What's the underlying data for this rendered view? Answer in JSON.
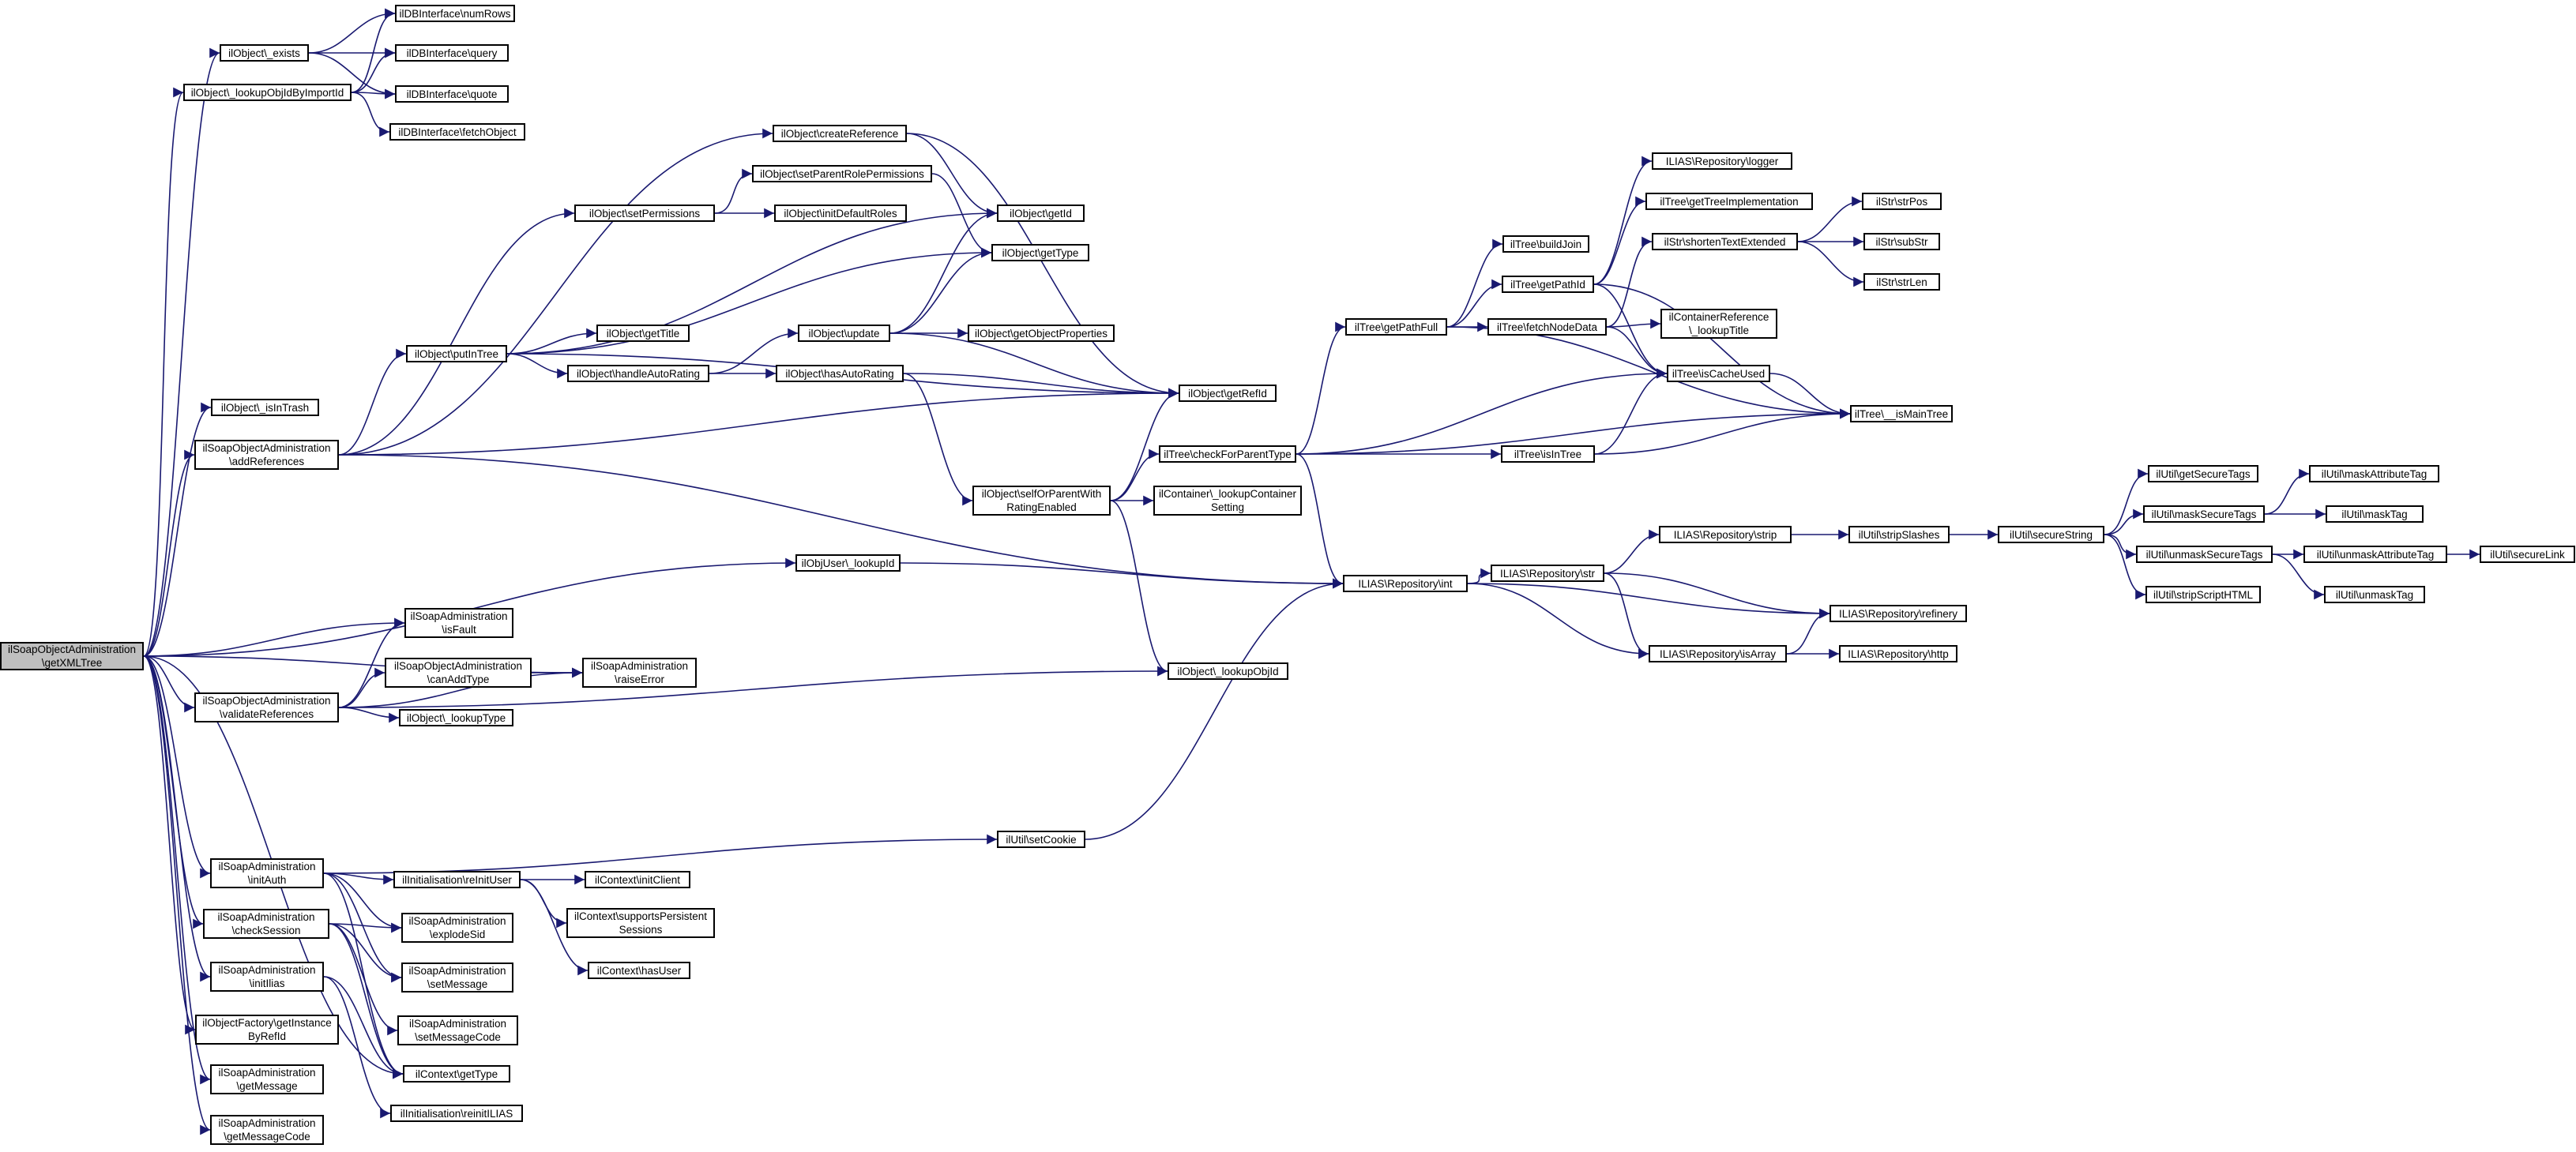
{
  "graph": {
    "root": "n_root",
    "colors": {
      "edge": "#191970",
      "node_border": "#000000",
      "node_fill": "#ffffff",
      "root_fill": "#bfbfbf"
    },
    "nodes": [
      {
        "id": "n_root",
        "lines": [
          "ilSoapObjectAdministration",
          "\\getXMLTree"
        ]
      },
      {
        "id": "n_exists",
        "lines": [
          "ilObject\\_exists"
        ]
      },
      {
        "id": "n_lookupByImport",
        "lines": [
          "ilObject\\_lookupObjIdByImportId"
        ]
      },
      {
        "id": "n_numRows",
        "lines": [
          "ilDBInterface\\numRows"
        ]
      },
      {
        "id": "n_query",
        "lines": [
          "ilDBInterface\\query"
        ]
      },
      {
        "id": "n_quote",
        "lines": [
          "ilDBInterface\\quote"
        ]
      },
      {
        "id": "n_fetchObject",
        "lines": [
          "ilDBInterface\\fetchObject"
        ]
      },
      {
        "id": "n_isInTrash",
        "lines": [
          "ilObject\\_isInTrash"
        ]
      },
      {
        "id": "n_addRefs",
        "lines": [
          "ilSoapObjectAdministration",
          "\\addReferences"
        ]
      },
      {
        "id": "n_createRef",
        "lines": [
          "ilObject\\createReference"
        ]
      },
      {
        "id": "n_setParentRolePerm",
        "lines": [
          "ilObject\\setParentRolePermissions"
        ]
      },
      {
        "id": "n_setPerms",
        "lines": [
          "ilObject\\setPermissions"
        ]
      },
      {
        "id": "n_initDefaultRoles",
        "lines": [
          "ilObject\\initDefaultRoles"
        ]
      },
      {
        "id": "n_getId",
        "lines": [
          "ilObject\\getId"
        ]
      },
      {
        "id": "n_getType",
        "lines": [
          "ilObject\\getType"
        ]
      },
      {
        "id": "n_putInTree",
        "lines": [
          "ilObject\\putInTree"
        ]
      },
      {
        "id": "n_getTitle",
        "lines": [
          "ilObject\\getTitle"
        ]
      },
      {
        "id": "n_update",
        "lines": [
          "ilObject\\update"
        ]
      },
      {
        "id": "n_getObjProps",
        "lines": [
          "ilObject\\getObjectProperties"
        ]
      },
      {
        "id": "n_handleAutoRating",
        "lines": [
          "ilObject\\handleAutoRating"
        ]
      },
      {
        "id": "n_hasAutoRating",
        "lines": [
          "ilObject\\hasAutoRating"
        ]
      },
      {
        "id": "n_getRefId",
        "lines": [
          "ilObject\\getRefId"
        ]
      },
      {
        "id": "n_selfOrParent",
        "lines": [
          "ilObject\\selfOrParentWith",
          "RatingEnabled"
        ]
      },
      {
        "id": "n_lookupContainerSetting",
        "lines": [
          "ilContainer\\_lookupContainer",
          "Setting"
        ]
      },
      {
        "id": "n_checkForParentType",
        "lines": [
          "ilTree\\checkForParentType"
        ]
      },
      {
        "id": "n_getPathFull",
        "lines": [
          "ilTree\\getPathFull"
        ]
      },
      {
        "id": "n_buildJoin",
        "lines": [
          "ilTree\\buildJoin"
        ]
      },
      {
        "id": "n_getPathId",
        "lines": [
          "ilTree\\getPathId"
        ]
      },
      {
        "id": "n_fetchNodeData",
        "lines": [
          "ilTree\\fetchNodeData"
        ]
      },
      {
        "id": "n_logger",
        "lines": [
          "ILIAS\\Repository\\logger"
        ]
      },
      {
        "id": "n_getTreeImpl",
        "lines": [
          "ilTree\\getTreeImplementation"
        ]
      },
      {
        "id": "n_shortenText",
        "lines": [
          "ilStr\\shortenTextExtended"
        ]
      },
      {
        "id": "n_strPos",
        "lines": [
          "ilStr\\strPos"
        ]
      },
      {
        "id": "n_subStr",
        "lines": [
          "ilStr\\subStr"
        ]
      },
      {
        "id": "n_strLen",
        "lines": [
          "ilStr\\strLen"
        ]
      },
      {
        "id": "n_lookupTitle",
        "lines": [
          "ilContainerReference",
          "\\_lookupTitle"
        ]
      },
      {
        "id": "n_isCacheUsed",
        "lines": [
          "ilTree\\isCacheUsed"
        ]
      },
      {
        "id": "n_isMainTree",
        "lines": [
          "ilTree\\__isMainTree"
        ]
      },
      {
        "id": "n_isInTree",
        "lines": [
          "ilTree\\isInTree"
        ]
      },
      {
        "id": "n_lookupId",
        "lines": [
          "ilObjUser\\_lookupId"
        ]
      },
      {
        "id": "n_repoInt",
        "lines": [
          "ILIAS\\Repository\\int"
        ]
      },
      {
        "id": "n_repoStr",
        "lines": [
          "ILIAS\\Repository\\str"
        ]
      },
      {
        "id": "n_repoStrip",
        "lines": [
          "ILIAS\\Repository\\strip"
        ]
      },
      {
        "id": "n_stripSlashes",
        "lines": [
          "ilUtil\\stripSlashes"
        ]
      },
      {
        "id": "n_secureString",
        "lines": [
          "ilUtil\\secureString"
        ]
      },
      {
        "id": "n_getSecureTags",
        "lines": [
          "ilUtil\\getSecureTags"
        ]
      },
      {
        "id": "n_maskSecureTags",
        "lines": [
          "ilUtil\\maskSecureTags"
        ]
      },
      {
        "id": "n_maskAttrTag",
        "lines": [
          "ilUtil\\maskAttributeTag"
        ]
      },
      {
        "id": "n_maskTag",
        "lines": [
          "ilUtil\\maskTag"
        ]
      },
      {
        "id": "n_unmaskSecureTags",
        "lines": [
          "ilUtil\\unmaskSecureTags"
        ]
      },
      {
        "id": "n_unmaskAttrTag",
        "lines": [
          "ilUtil\\unmaskAttributeTag"
        ]
      },
      {
        "id": "n_secureLink",
        "lines": [
          "ilUtil\\secureLink"
        ]
      },
      {
        "id": "n_unmaskTag",
        "lines": [
          "ilUtil\\unmaskTag"
        ]
      },
      {
        "id": "n_stripScriptHTML",
        "lines": [
          "ilUtil\\stripScriptHTML"
        ]
      },
      {
        "id": "n_refinery",
        "lines": [
          "ILIAS\\Repository\\refinery"
        ]
      },
      {
        "id": "n_isArray",
        "lines": [
          "ILIAS\\Repository\\isArray"
        ]
      },
      {
        "id": "n_http",
        "lines": [
          "ILIAS\\Repository\\http"
        ]
      },
      {
        "id": "n_isFault",
        "lines": [
          "ilSoapAdministration",
          "\\isFault"
        ]
      },
      {
        "id": "n_canAddType",
        "lines": [
          "ilSoapObjectAdministration",
          "\\canAddType"
        ]
      },
      {
        "id": "n_raiseError",
        "lines": [
          "ilSoapAdministration",
          "\\raiseError"
        ]
      },
      {
        "id": "n_validateRefs",
        "lines": [
          "ilSoapObjectAdministration",
          "\\validateReferences"
        ]
      },
      {
        "id": "n_lookupType",
        "lines": [
          "ilObject\\_lookupType"
        ]
      },
      {
        "id": "n_lookupObjId",
        "lines": [
          "ilObject\\_lookupObjId"
        ]
      },
      {
        "id": "n_initAuth",
        "lines": [
          "ilSoapAdministration",
          "\\initAuth"
        ]
      },
      {
        "id": "n_setCookie",
        "lines": [
          "ilUtil\\setCookie"
        ]
      },
      {
        "id": "n_reinitUser",
        "lines": [
          "ilInitialisation\\reInitUser"
        ]
      },
      {
        "id": "n_initClient",
        "lines": [
          "ilContext\\initClient"
        ]
      },
      {
        "id": "n_supportsPersist",
        "lines": [
          "ilContext\\supportsPersistent",
          "Sessions"
        ]
      },
      {
        "id": "n_hasUser",
        "lines": [
          "ilContext\\hasUser"
        ]
      },
      {
        "id": "n_checkSession",
        "lines": [
          "ilSoapAdministration",
          "\\checkSession"
        ]
      },
      {
        "id": "n_explodeSid",
        "lines": [
          "ilSoapAdministration",
          "\\explodeSid"
        ]
      },
      {
        "id": "n_initIlias",
        "lines": [
          "ilSoapAdministration",
          "\\initIlias"
        ]
      },
      {
        "id": "n_setMessage",
        "lines": [
          "ilSoapAdministration",
          "\\setMessage"
        ]
      },
      {
        "id": "n_setMessageCode",
        "lines": [
          "ilSoapAdministration",
          "\\setMessageCode"
        ]
      },
      {
        "id": "n_objFactory",
        "lines": [
          "ilObjectFactory\\getInstance",
          "ByRefId"
        ]
      },
      {
        "id": "n_ctxGetType",
        "lines": [
          "ilContext\\getType"
        ]
      },
      {
        "id": "n_getMessage",
        "lines": [
          "ilSoapAdministration",
          "\\getMessage"
        ]
      },
      {
        "id": "n_reinitILIAS",
        "lines": [
          "ilInitialisation\\reinitILIAS"
        ]
      },
      {
        "id": "n_getMessageCode",
        "lines": [
          "ilSoapAdministration",
          "\\getMessageCode"
        ]
      }
    ],
    "edges": [
      [
        "n_root",
        "n_exists"
      ],
      [
        "n_root",
        "n_lookupByImport"
      ],
      [
        "n_root",
        "n_isInTrash"
      ],
      [
        "n_root",
        "n_addRefs"
      ],
      [
        "n_root",
        "n_lookupId"
      ],
      [
        "n_root",
        "n_isFault"
      ],
      [
        "n_root",
        "n_raiseError"
      ],
      [
        "n_root",
        "n_validateRefs"
      ],
      [
        "n_root",
        "n_initAuth"
      ],
      [
        "n_root",
        "n_checkSession"
      ],
      [
        "n_root",
        "n_initIlias"
      ],
      [
        "n_root",
        "n_objFactory"
      ],
      [
        "n_root",
        "n_getMessage"
      ],
      [
        "n_root",
        "n_getMessageCode"
      ],
      [
        "n_root",
        "n_ctxGetType"
      ],
      [
        "n_exists",
        "n_numRows"
      ],
      [
        "n_exists",
        "n_query"
      ],
      [
        "n_exists",
        "n_quote"
      ],
      [
        "n_lookupByImport",
        "n_numRows"
      ],
      [
        "n_lookupByImport",
        "n_query"
      ],
      [
        "n_lookupByImport",
        "n_quote"
      ],
      [
        "n_lookupByImport",
        "n_fetchObject"
      ],
      [
        "n_addRefs",
        "n_createRef"
      ],
      [
        "n_addRefs",
        "n_setPerms"
      ],
      [
        "n_addRefs",
        "n_putInTree"
      ],
      [
        "n_addRefs",
        "n_getRefId"
      ],
      [
        "n_addRefs",
        "n_repoInt"
      ],
      [
        "n_createRef",
        "n_getId"
      ],
      [
        "n_createRef",
        "n_getRefId"
      ],
      [
        "n_setParentRolePerm",
        "n_getType"
      ],
      [
        "n_setPerms",
        "n_setParentRolePerm"
      ],
      [
        "n_setPerms",
        "n_initDefaultRoles"
      ],
      [
        "n_putInTree",
        "n_getId"
      ],
      [
        "n_putInTree",
        "n_getType"
      ],
      [
        "n_putInTree",
        "n_getTitle"
      ],
      [
        "n_putInTree",
        "n_handleAutoRating"
      ],
      [
        "n_putInTree",
        "n_getRefId"
      ],
      [
        "n_handleAutoRating",
        "n_update"
      ],
      [
        "n_handleAutoRating",
        "n_hasAutoRating"
      ],
      [
        "n_update",
        "n_getId"
      ],
      [
        "n_update",
        "n_getType"
      ],
      [
        "n_update",
        "n_getObjProps"
      ],
      [
        "n_update",
        "n_getRefId"
      ],
      [
        "n_hasAutoRating",
        "n_getRefId"
      ],
      [
        "n_hasAutoRating",
        "n_selfOrParent"
      ],
      [
        "n_selfOrParent",
        "n_getRefId"
      ],
      [
        "n_selfOrParent",
        "n_checkForParentType"
      ],
      [
        "n_selfOrParent",
        "n_lookupContainerSetting"
      ],
      [
        "n_selfOrParent",
        "n_lookupObjId"
      ],
      [
        "n_checkForParentType",
        "n_getPathFull"
      ],
      [
        "n_checkForParentType",
        "n_isCacheUsed"
      ],
      [
        "n_checkForParentType",
        "n_isInTree"
      ],
      [
        "n_checkForParentType",
        "n_isMainTree"
      ],
      [
        "n_checkForParentType",
        "n_repoInt"
      ],
      [
        "n_getPathFull",
        "n_buildJoin"
      ],
      [
        "n_getPathFull",
        "n_getPathId"
      ],
      [
        "n_getPathFull",
        "n_fetchNodeData"
      ],
      [
        "n_getPathFull",
        "n_isMainTree"
      ],
      [
        "n_getPathId",
        "n_logger"
      ],
      [
        "n_getPathId",
        "n_getTreeImpl"
      ],
      [
        "n_getPathId",
        "n_isCacheUsed"
      ],
      [
        "n_getPathId",
        "n_isMainTree"
      ],
      [
        "n_fetchNodeData",
        "n_shortenText"
      ],
      [
        "n_fetchNodeData",
        "n_lookupTitle"
      ],
      [
        "n_fetchNodeData",
        "n_isCacheUsed"
      ],
      [
        "n_shortenText",
        "n_strPos"
      ],
      [
        "n_shortenText",
        "n_subStr"
      ],
      [
        "n_shortenText",
        "n_strLen"
      ],
      [
        "n_isCacheUsed",
        "n_isMainTree"
      ],
      [
        "n_isInTree",
        "n_isCacheUsed"
      ],
      [
        "n_isInTree",
        "n_isMainTree"
      ],
      [
        "n_lookupId",
        "n_repoInt"
      ],
      [
        "n_repoInt",
        "n_repoStr"
      ],
      [
        "n_repoInt",
        "n_refinery"
      ],
      [
        "n_repoInt",
        "n_isArray"
      ],
      [
        "n_repoStr",
        "n_repoStrip"
      ],
      [
        "n_repoStr",
        "n_refinery"
      ],
      [
        "n_repoStr",
        "n_isArray"
      ],
      [
        "n_repoStrip",
        "n_stripSlashes"
      ],
      [
        "n_stripSlashes",
        "n_secureString"
      ],
      [
        "n_secureString",
        "n_getSecureTags"
      ],
      [
        "n_secureString",
        "n_maskSecureTags"
      ],
      [
        "n_secureString",
        "n_unmaskSecureTags"
      ],
      [
        "n_secureString",
        "n_stripScriptHTML"
      ],
      [
        "n_maskSecureTags",
        "n_maskAttrTag"
      ],
      [
        "n_maskSecureTags",
        "n_maskTag"
      ],
      [
        "n_unmaskSecureTags",
        "n_unmaskAttrTag"
      ],
      [
        "n_unmaskSecureTags",
        "n_unmaskTag"
      ],
      [
        "n_unmaskAttrTag",
        "n_secureLink"
      ],
      [
        "n_isArray",
        "n_refinery"
      ],
      [
        "n_isArray",
        "n_http"
      ],
      [
        "n_validateRefs",
        "n_isFault"
      ],
      [
        "n_validateRefs",
        "n_canAddType"
      ],
      [
        "n_validateRefs",
        "n_lookupType"
      ],
      [
        "n_validateRefs",
        "n_raiseError"
      ],
      [
        "n_validateRefs",
        "n_lookupObjId"
      ],
      [
        "n_canAddType",
        "n_raiseError"
      ],
      [
        "n_initAuth",
        "n_setCookie"
      ],
      [
        "n_initAuth",
        "n_reinitUser"
      ],
      [
        "n_initAuth",
        "n_explodeSid"
      ],
      [
        "n_initAuth",
        "n_setMessage"
      ],
      [
        "n_initAuth",
        "n_ctxGetType"
      ],
      [
        "n_setCookie",
        "n_repoInt"
      ],
      [
        "n_reinitUser",
        "n_initClient"
      ],
      [
        "n_reinitUser",
        "n_supportsPersist"
      ],
      [
        "n_reinitUser",
        "n_hasUser"
      ],
      [
        "n_checkSession",
        "n_explodeSid"
      ],
      [
        "n_checkSession",
        "n_setMessage"
      ],
      [
        "n_checkSession",
        "n_setMessageCode"
      ],
      [
        "n_checkSession",
        "n_ctxGetType"
      ],
      [
        "n_initIlias",
        "n_ctxGetType"
      ],
      [
        "n_initIlias",
        "n_reinitILIAS"
      ]
    ]
  }
}
